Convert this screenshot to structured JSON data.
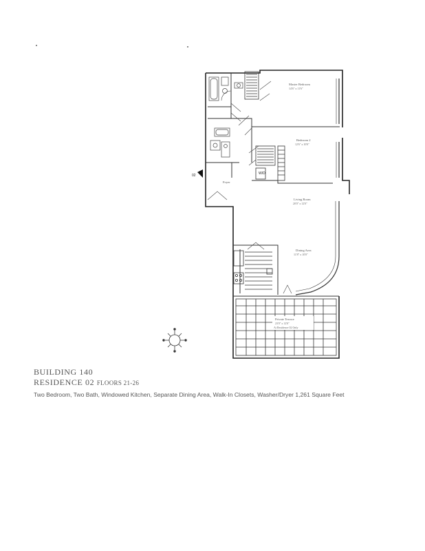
{
  "floor_plan": {
    "rooms": [
      {
        "name": "Master Bedroom",
        "dimensions": "14'6\" x 11'6\""
      },
      {
        "name": "Bedroom 2",
        "dimensions": "12'6\" x 10'0\""
      },
      {
        "name": "Foyer",
        "dimensions": ""
      },
      {
        "name": "Living Room",
        "dimensions": "20'0\" x 12'0\""
      },
      {
        "name": "Dining Area",
        "dimensions": "11'8\" x 10'0\""
      },
      {
        "name": "Private Terrace",
        "dimensions": "23'0\" x 12'0\"",
        "note": "At Residence 02 Only"
      }
    ],
    "wd_label": "W/D",
    "entry_label": "02",
    "compass_icon": "compass-rose-icon"
  },
  "caption": {
    "building": "BUILDING 140",
    "residence": "RESIDENCE 02",
    "floors": "FLOORS 21-26",
    "description": "Two Bedroom, Two Bath, Windowed Kitchen, Separate Dining Area, Walk-In Closets, Washer/Dryer 1,261 Square Feet"
  }
}
